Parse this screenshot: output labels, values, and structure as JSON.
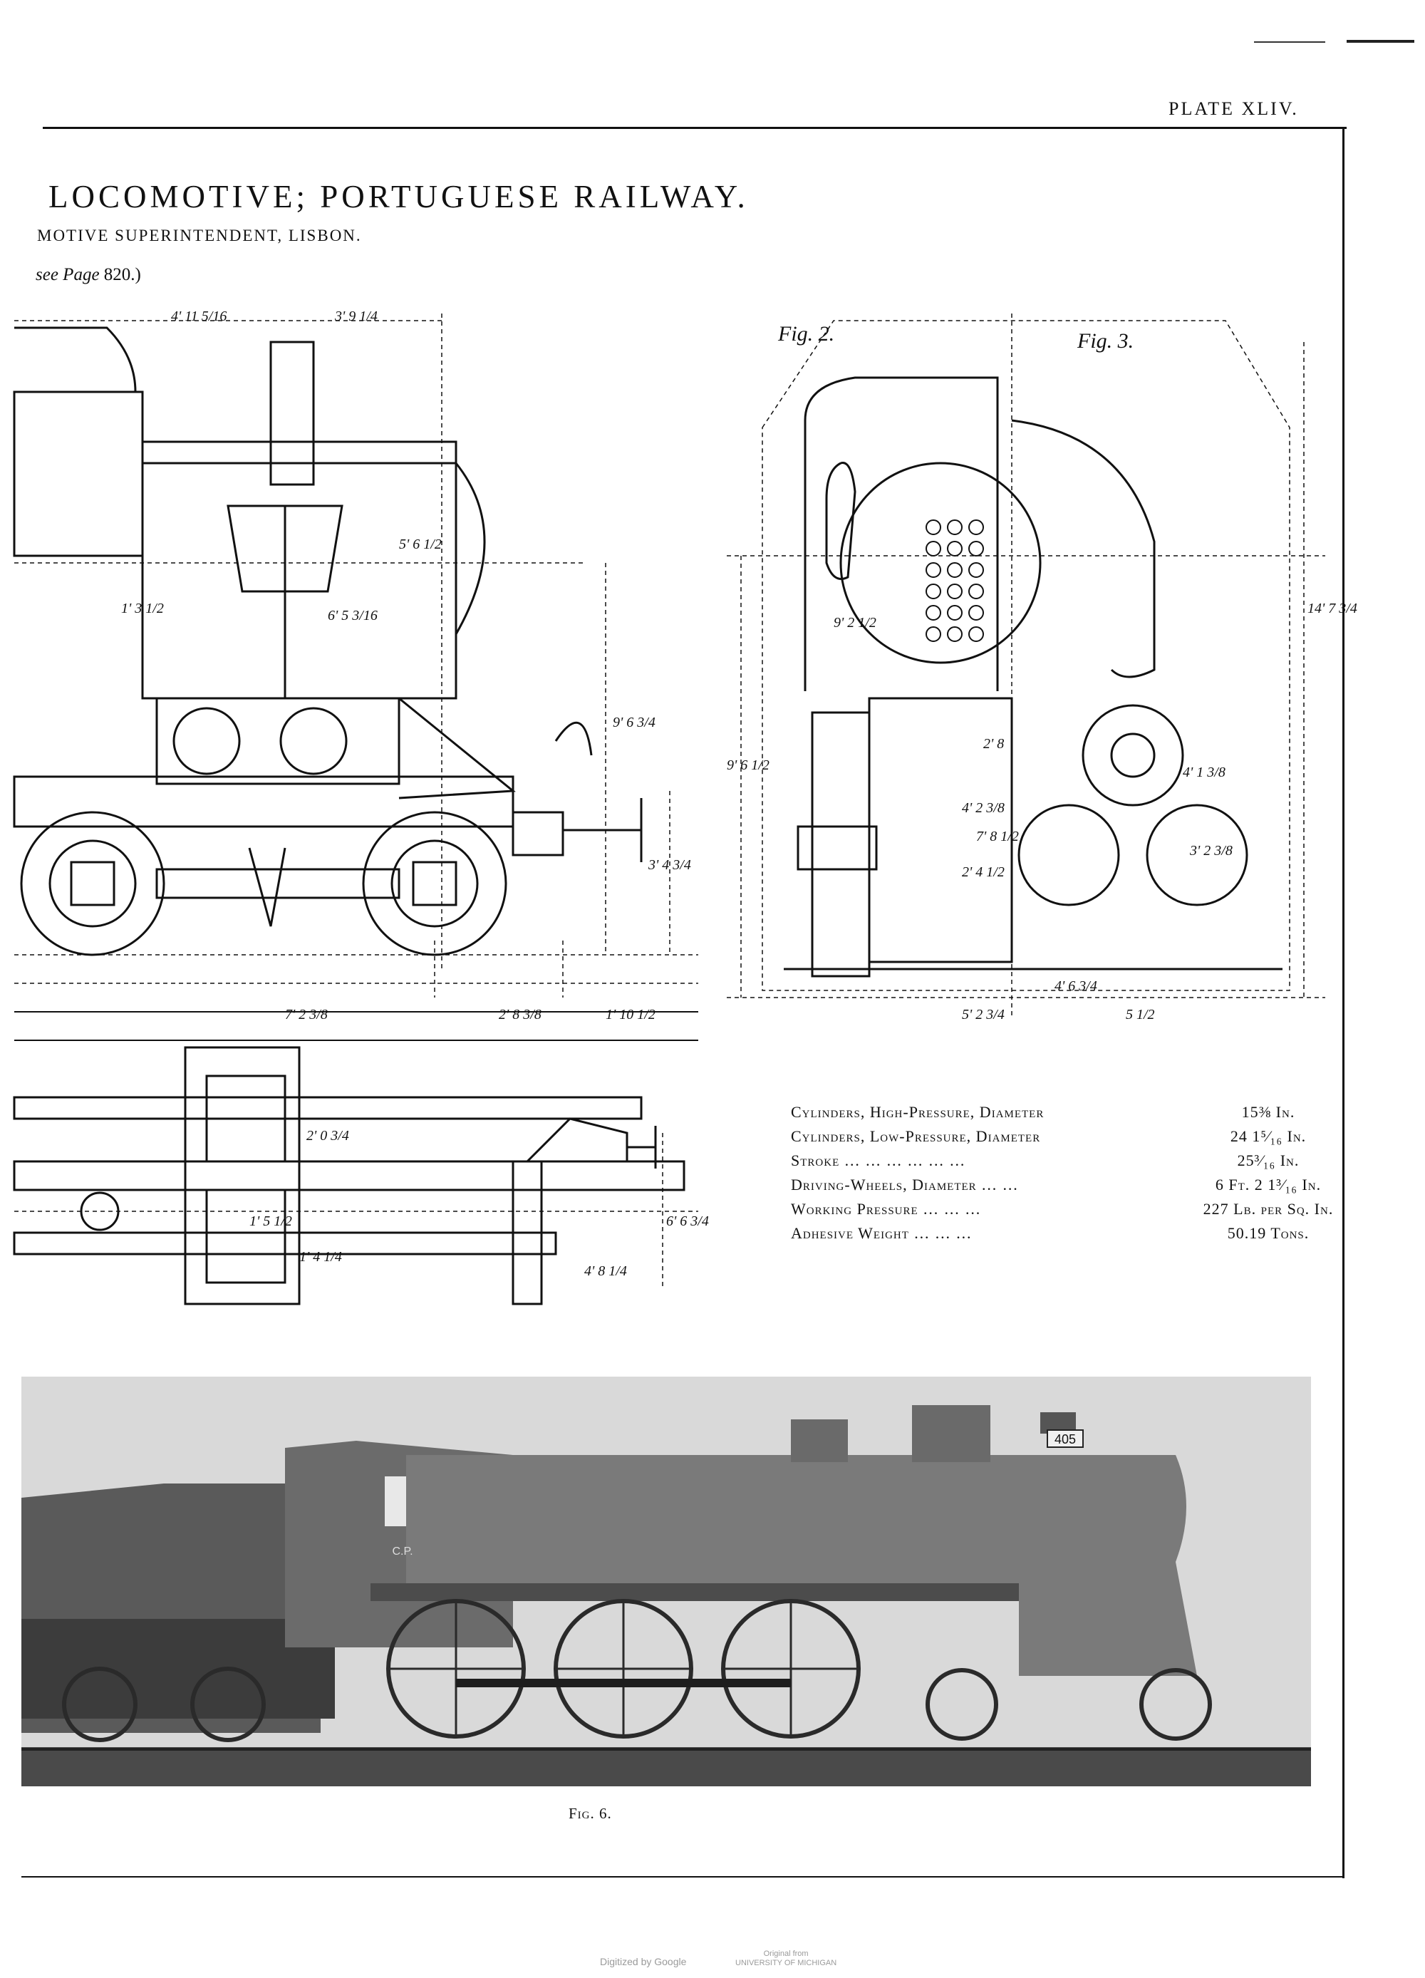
{
  "header": {
    "plate_label": "PLATE XLIV."
  },
  "title": {
    "main": "LOCOMOTIVE; PORTUGUESE RAILWAY.",
    "subtitle": "MOTIVE SUPERINTENDENT, LISBON.",
    "see_page_prefix": "see",
    "see_page_label": "Page",
    "see_page_number": "820.)"
  },
  "figures": {
    "fig2_label": "Fig. 2.",
    "fig3_label": "Fig. 3.",
    "fig6_caption": "Fig. 6."
  },
  "dimensions": {
    "side_view": [
      "4' 11 5/16",
      "3' 9 1/4",
      "6' 5 3/16",
      "5' 6 1/2",
      "1' 3 1/2",
      "9' 6 3/4",
      "3' 4 3/4",
      "7' 2 3/8",
      "2' 8 3/8",
      "1' 10 1/2"
    ],
    "plan_view": [
      "2' 0 3/4",
      "6' 6 3/4",
      "4' 8 1/4",
      "1' 5 1/2",
      "1' 4 1/4"
    ],
    "end_view": [
      "9' 2 1/2",
      "14' 7 3/4",
      "9' 6 1/2",
      "4' 2 3/8",
      "7' 8 1/2",
      "2' 4 1/2",
      "4' 6 3/4",
      "5' 2 3/4",
      "5 1/2",
      "3' 2 3/8",
      "4' 1 3/8",
      "2' 8"
    ]
  },
  "specifications": [
    {
      "label": "Cylinders, High-Pressure, Diameter",
      "value": "15⅜ In."
    },
    {
      "label": "Cylinders, Low-Pressure, Diameter",
      "value": "24 1⁵⁄₁₆ In."
    },
    {
      "label": "Stroke … … … … … …",
      "value": "25³⁄₁₆ In."
    },
    {
      "label": "Driving-Wheels, Diameter … …",
      "value": "6 Ft. 2 1³⁄₁₆ In."
    },
    {
      "label": "Working Pressure … … …",
      "value": "227 Lb. per Sq. In."
    },
    {
      "label": "Adhesive Weight … … …",
      "value": "50.19 Tons."
    }
  ],
  "photo": {
    "engine_number": "405",
    "tender_mark": "C.P."
  },
  "footer": {
    "digitized": "Digitized by Google",
    "original_line1": "Original from",
    "original_line2": "UNIVERSITY OF MICHIGAN"
  }
}
